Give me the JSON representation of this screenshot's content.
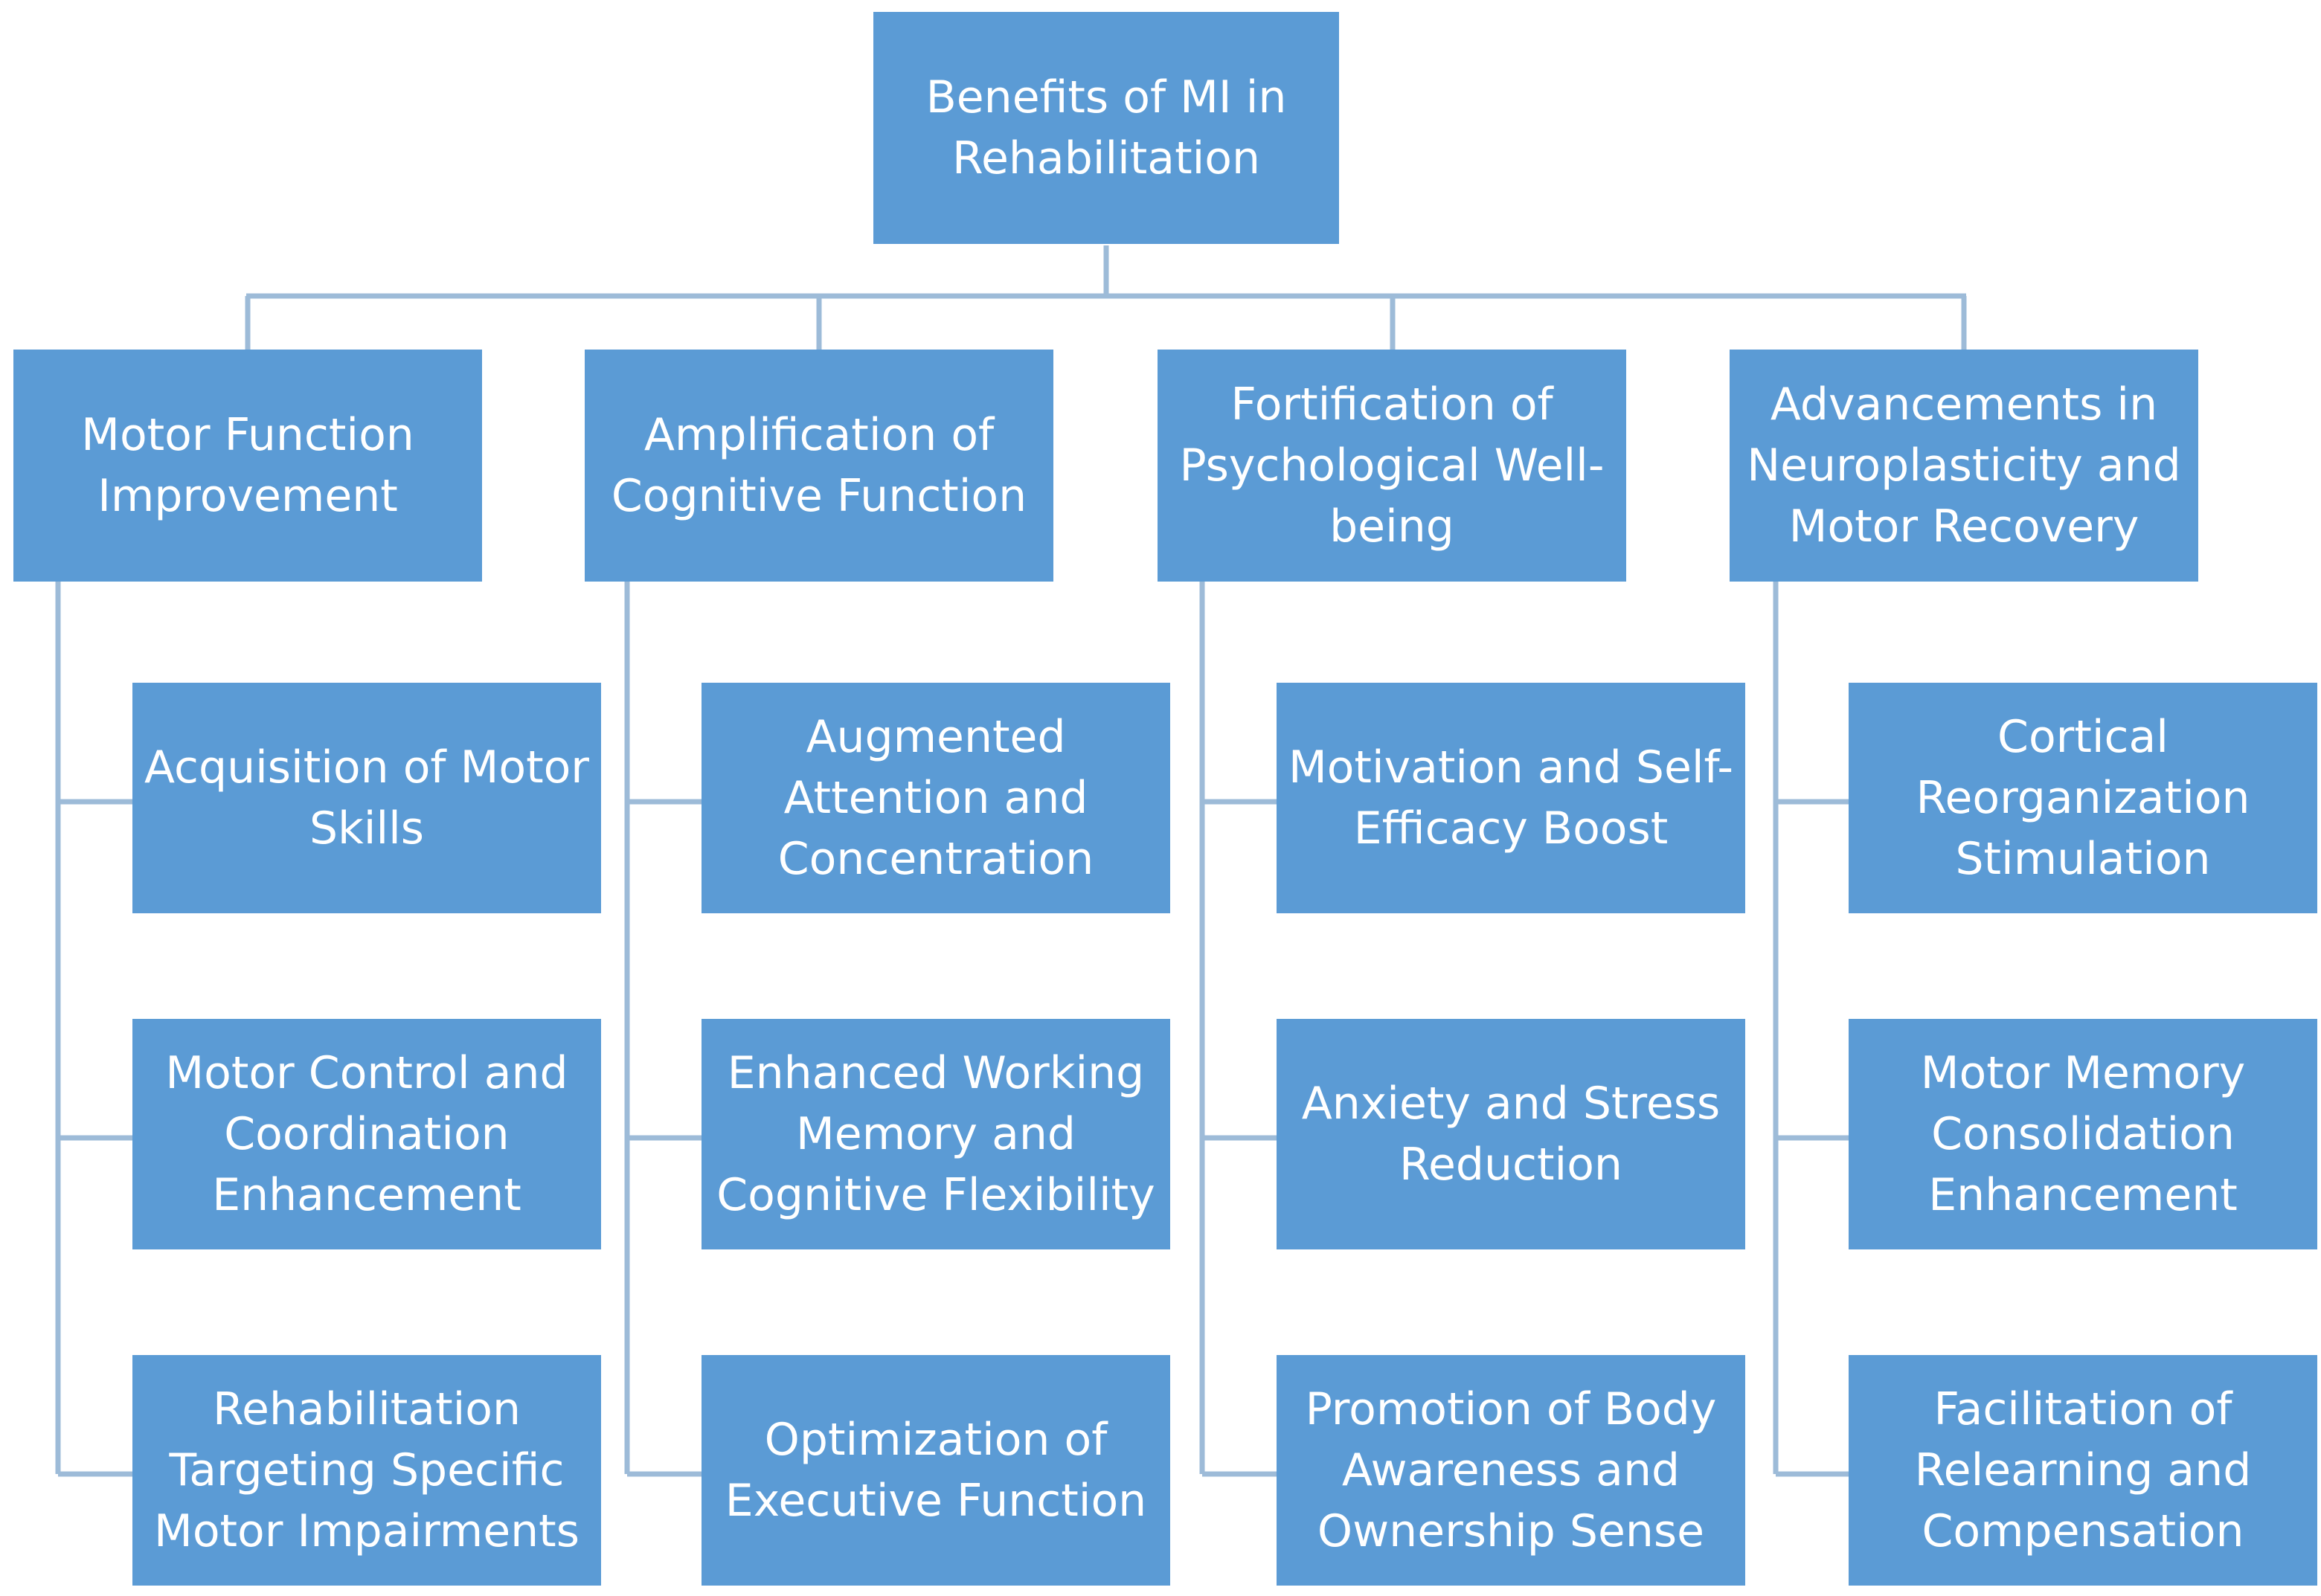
{
  "root": {
    "label": "Benefits of MI in Rehabilitation"
  },
  "categories": [
    {
      "label": "Motor Function Improvement",
      "items": [
        "Acquisition of Motor Skills",
        "Motor Control and Coordination Enhancement",
        "Rehabilitation Targeting Specific Motor Impairments"
      ]
    },
    {
      "label": "Amplification of Cognitive Function",
      "items": [
        "Augmented Attention and Concentration",
        "Enhanced Working Memory and Cognitive Flexibility",
        "Optimization of Executive Function"
      ]
    },
    {
      "label": "Fortification of Psychological Well-being",
      "items": [
        "Motivation and Self-Efficacy Boost",
        "Anxiety and Stress Reduction",
        "Promotion of Body Awareness and Ownership Sense"
      ]
    },
    {
      "label": "Advancements in Neuroplasticity and Motor Recovery",
      "items": [
        "Cortical Reorganization Stimulation",
        "Motor Memory Consolidation Enhancement",
        "Facilitation of Relearning and Compensation"
      ]
    }
  ],
  "colors": {
    "box_fill": "#5b9bd5",
    "connector": "#9dbbd8",
    "text": "#ffffff"
  }
}
